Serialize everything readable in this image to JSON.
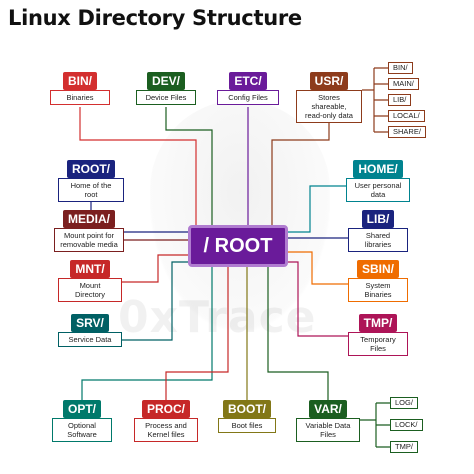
{
  "title": "Linux Directory Structure",
  "watermark": "0xTrace",
  "root": {
    "label": "/ ROOT",
    "color": "#6a1b9a"
  },
  "nodes": {
    "bin": {
      "label": "BIN/",
      "desc": "Binaries",
      "color": "#d32f2f"
    },
    "dev": {
      "label": "DEV/",
      "desc": "Device Files",
      "color": "#1b5e20"
    },
    "etc": {
      "label": "ETC/",
      "desc": "Config Files",
      "color": "#6a1b9a"
    },
    "usr": {
      "label": "USR/",
      "desc": "Stores shareable,\nread-only data",
      "color": "#8d3b1b"
    },
    "root": {
      "label": "ROOT/",
      "desc": "Home of the\nroot",
      "color": "#1a237e"
    },
    "media": {
      "label": "MEDIA/",
      "desc": "Mount point for\nremovable media",
      "color": "#7b1f1f"
    },
    "mnt": {
      "label": "MNT/",
      "desc": "Mount\nDirectory",
      "color": "#c62828"
    },
    "srv": {
      "label": "SRV/",
      "desc": "Service Data",
      "color": "#006064"
    },
    "opt": {
      "label": "OPT/",
      "desc": "Optional\nSoftware",
      "color": "#00796b"
    },
    "proc": {
      "label": "PROC/",
      "desc": "Process and\nKernel files",
      "color": "#c62828"
    },
    "boot": {
      "label": "BOOT/",
      "desc": "Boot files",
      "color": "#827717"
    },
    "var": {
      "label": "VAR/",
      "desc": "Variable Data\nFiles",
      "color": "#1b5e20"
    },
    "home": {
      "label": "HOME/",
      "desc": "User personal\ndata",
      "color": "#00838f"
    },
    "lib": {
      "label": "LIB/",
      "desc": "Shared\nlibraries",
      "color": "#1a237e"
    },
    "sbin": {
      "label": "SBIN/",
      "desc": "System\nBinaries",
      "color": "#ef6c00"
    },
    "tmp": {
      "label": "TMP/",
      "desc": "Temporary\nFiles",
      "color": "#ad1457"
    }
  },
  "usr_children": [
    "BIN/",
    "MAIN/",
    "LIB/",
    "LOCAL/",
    "SHARE/"
  ],
  "var_children": [
    "LOG/",
    "LOCK/",
    "TMP/"
  ]
}
